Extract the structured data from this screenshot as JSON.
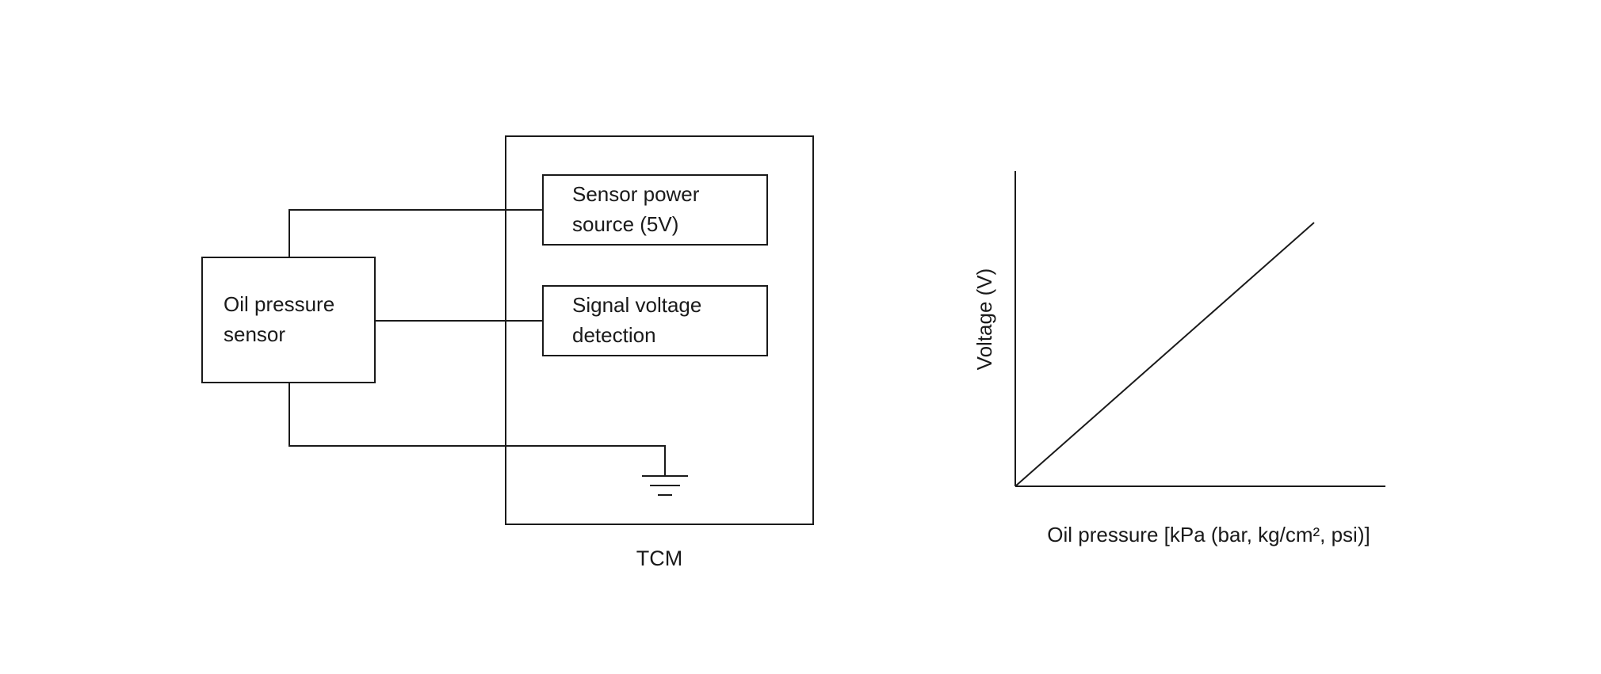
{
  "page": {
    "background": "#ffffff",
    "line_color": "#1a1a1a"
  },
  "diagram": {
    "sensor_box": {
      "lines": [
        "Oil pressure",
        "sensor"
      ]
    },
    "tcm": {
      "label": "TCM"
    },
    "power_box": {
      "lines": [
        "Sensor power",
        "source (5V)"
      ]
    },
    "signal_box": {
      "lines": [
        "Signal voltage",
        "detection"
      ]
    },
    "ground_symbol": "ground-icon",
    "connections": [
      "Oil pressure sensor -> Sensor power source (5V)",
      "Oil pressure sensor -> Signal voltage detection",
      "Oil pressure sensor -> TCM internal ground"
    ]
  },
  "chart_data": {
    "type": "line",
    "title": "",
    "xlabel": "Oil pressure [kPa (bar, kg/cm², psi)]",
    "ylabel": "Voltage (V)",
    "series": [
      {
        "name": "voltage-vs-oil-pressure",
        "x": [
          0,
          100
        ],
        "y": [
          0,
          100
        ]
      }
    ],
    "shape": "straight line increasing linearly from origin",
    "axis_tick_labels": "none",
    "grid": false,
    "legend": "none"
  }
}
